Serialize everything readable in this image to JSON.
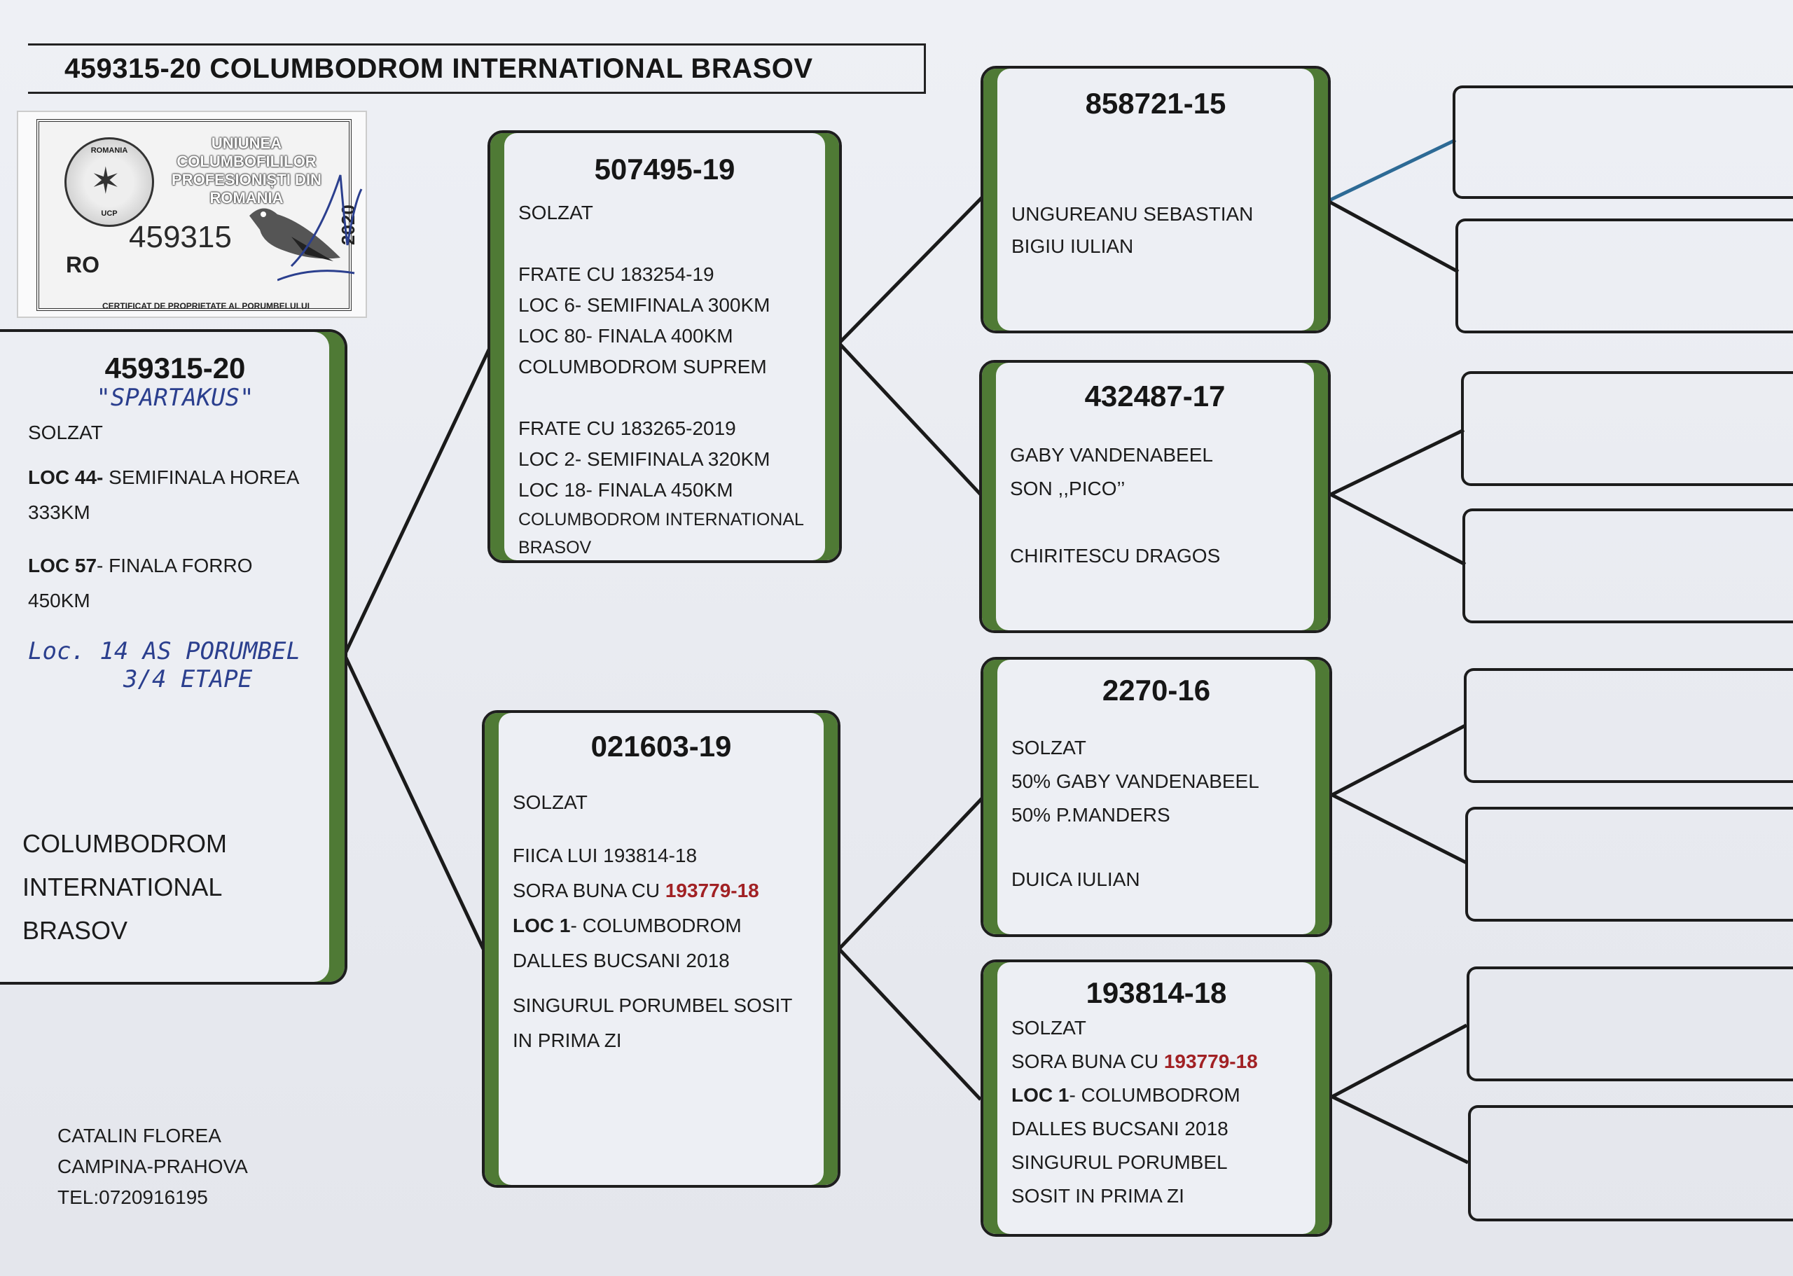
{
  "title": "459315-20 COLUMBODROM INTERNATIONAL BRASOV",
  "stamp": {
    "header_line1": "UNIUNEA COLUMBOFILILOR",
    "header_line2": "PROFESIONIȘTI DIN ROMANIA",
    "logo_text": "ROMANIA",
    "logo_sub": "UCP",
    "number": "459315",
    "country": "RO",
    "year": "2020",
    "footer": "CERTIFICAT DE PROPRIETATE AL PORUMBELULUI"
  },
  "main_bird": {
    "id": "459315-20",
    "name": "\"SPARTAKUS\"",
    "color": "SOLZAT",
    "result1_bold": "LOC 44-",
    "result1_text": " SEMIFINALA HOREA",
    "result1_dist": "333KM",
    "result2_bold": "LOC 57",
    "result2_text": "- FINALA FORRO",
    "result2_dist": "450KM",
    "hand_note1": "Loc. 14 AS PORUMBEL",
    "hand_note2": "3/4 ETAPE",
    "owner_line1": "COLUMBODROM",
    "owner_line2": "INTERNATIONAL",
    "owner_line3": "BRASOV"
  },
  "father": {
    "id": "507495-19",
    "lines": [
      "SOLZAT",
      "",
      "FRATE CU 183254-19",
      "LOC 6- SEMIFINALA 300KM",
      "LOC 80- FINALA 400KM",
      "COLUMBODROM SUPREM",
      "",
      "FRATE CU 183265-2019",
      "LOC 2- SEMIFINALA 320KM",
      "LOC 18- FINALA 450KM"
    ],
    "small_lines": [
      "COLUMBODROM INTERNATIONAL",
      "BRASOV"
    ]
  },
  "mother": {
    "id": "021603-19",
    "color": "SOLZAT",
    "line1": "FIICA LUI 193814-18",
    "line2_pre": "SORA BUNA CU ",
    "line2_red": "193779-18",
    "line3_bold": "LOC 1",
    "line3_text": "- COLUMBODROM",
    "line4": "DALLES BUCSANI 2018",
    "line5": "SINGURUL PORUMBEL SOSIT",
    "line6": "IN PRIMA ZI"
  },
  "gf_paternal": {
    "id": "858721-15",
    "line1": "UNGUREANU SEBASTIAN",
    "line2": "BIGIU IULIAN"
  },
  "gm_paternal": {
    "id": "432487-17",
    "line1": "GABY VANDENABEEL",
    "line2": "SON ,,PICO’’",
    "line3": "CHIRITESCU DRAGOS"
  },
  "gf_maternal": {
    "id": "2270-16",
    "line1": "SOLZAT",
    "line2": "50% GABY VANDENABEEL",
    "line3": "50% P.MANDERS",
    "line4": "DUICA IULIAN"
  },
  "gm_maternal": {
    "id": "193814-18",
    "line1": "SOLZAT",
    "line2_pre": "SORA BUNA CU ",
    "line2_red": "193779-18",
    "line3_bold": "LOC 1",
    "line3_text": "- COLUMBODROM",
    "line4": "DALLES BUCSANI 2018",
    "line5": "SINGURUL PORUMBEL",
    "line6": "SOSIT IN PRIMA ZI"
  },
  "footer": {
    "line1": "CATALIN FLOREA",
    "line2": "CAMPINA-PRAHOVA",
    "line3": "TEL:0720916195"
  },
  "colors": {
    "card_stripe": "#4f7a35",
    "highlight_red": "#a12124",
    "handwriting_blue": "#2b3f8e"
  }
}
